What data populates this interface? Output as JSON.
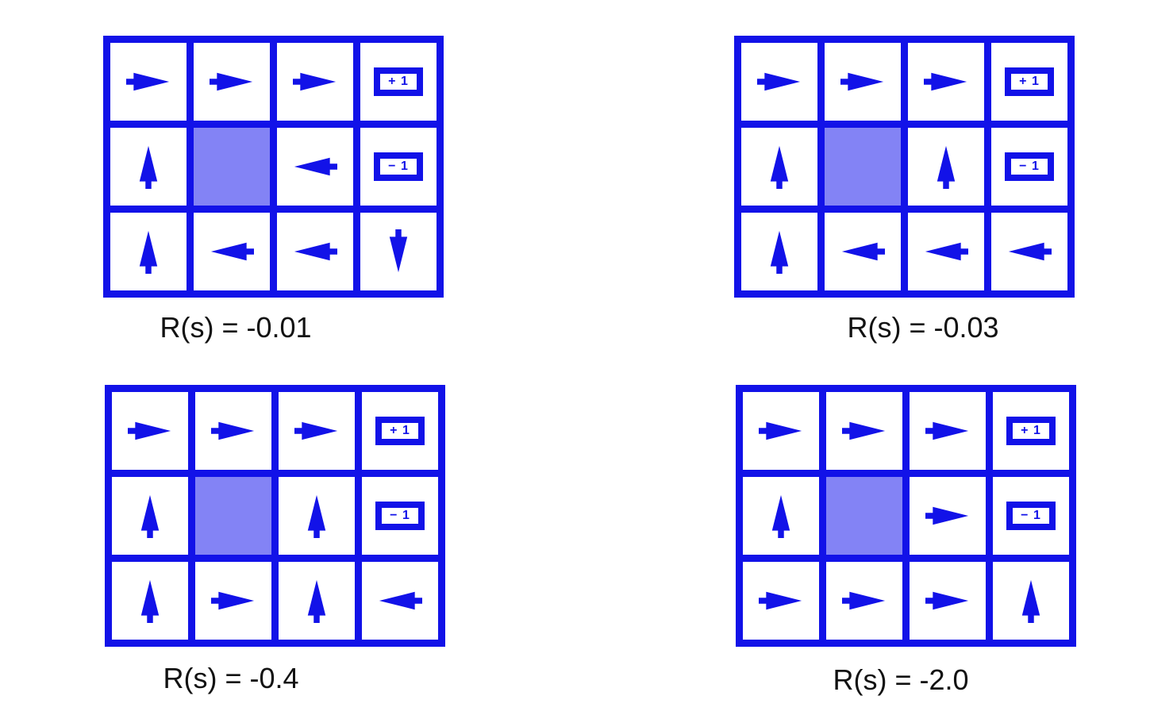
{
  "figure": {
    "description": "Optimal policies for the 4x3 gridworld MDP under different per-step rewards R(s)",
    "colors": {
      "line_blue": "#1212e8",
      "blocked_cell_fill": "#8383f5",
      "cell_background": "#ffffff",
      "caption_text": "#121212"
    }
  },
  "terminal_labels": {
    "plus": "+ 1",
    "minus": "− 1"
  },
  "grids": [
    {
      "caption": "R(s) = -0.01",
      "cells": [
        [
          "right",
          "right",
          "right",
          "plus1"
        ],
        [
          "up",
          "blocked",
          "left",
          "minus1"
        ],
        [
          "up",
          "left",
          "left",
          "down"
        ]
      ]
    },
    {
      "caption": "R(s) = -0.03",
      "cells": [
        [
          "right",
          "right",
          "right",
          "plus1"
        ],
        [
          "up",
          "blocked",
          "up",
          "minus1"
        ],
        [
          "up",
          "left",
          "left",
          "left"
        ]
      ]
    },
    {
      "caption": "R(s) = -0.4",
      "cells": [
        [
          "right",
          "right",
          "right",
          "plus1"
        ],
        [
          "up",
          "blocked",
          "up",
          "minus1"
        ],
        [
          "up",
          "right",
          "up",
          "left"
        ]
      ]
    },
    {
      "caption": "R(s) = -2.0",
      "cells": [
        [
          "right",
          "right",
          "right",
          "plus1"
        ],
        [
          "up",
          "blocked",
          "right",
          "minus1"
        ],
        [
          "right",
          "right",
          "right",
          "up"
        ]
      ]
    }
  ]
}
